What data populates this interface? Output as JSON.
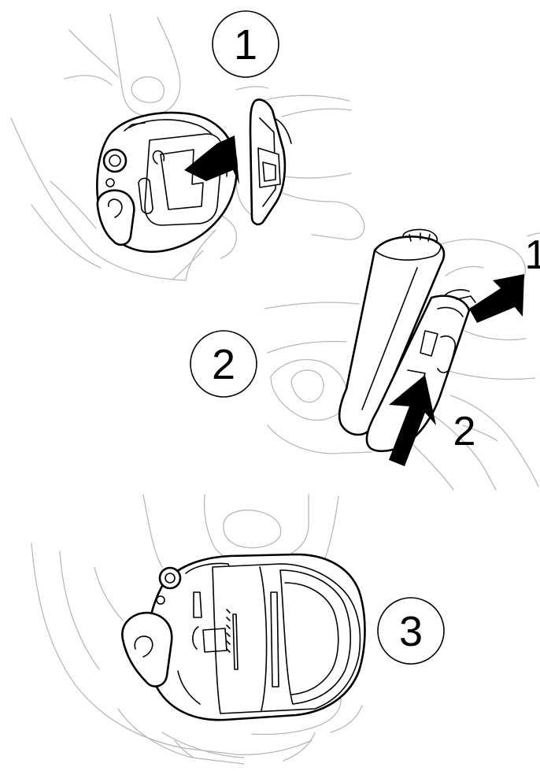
{
  "steps": [
    {
      "number": "1"
    },
    {
      "number": "2",
      "sub_label": "2",
      "edge_label": "1"
    },
    {
      "number": "3"
    }
  ],
  "colors": {
    "line": "#000000",
    "hand_outline": "#b8b8b8",
    "background": "#ffffff"
  },
  "icons": [
    "arrow-icon",
    "hand-outline",
    "device-housing",
    "battery-cover"
  ]
}
